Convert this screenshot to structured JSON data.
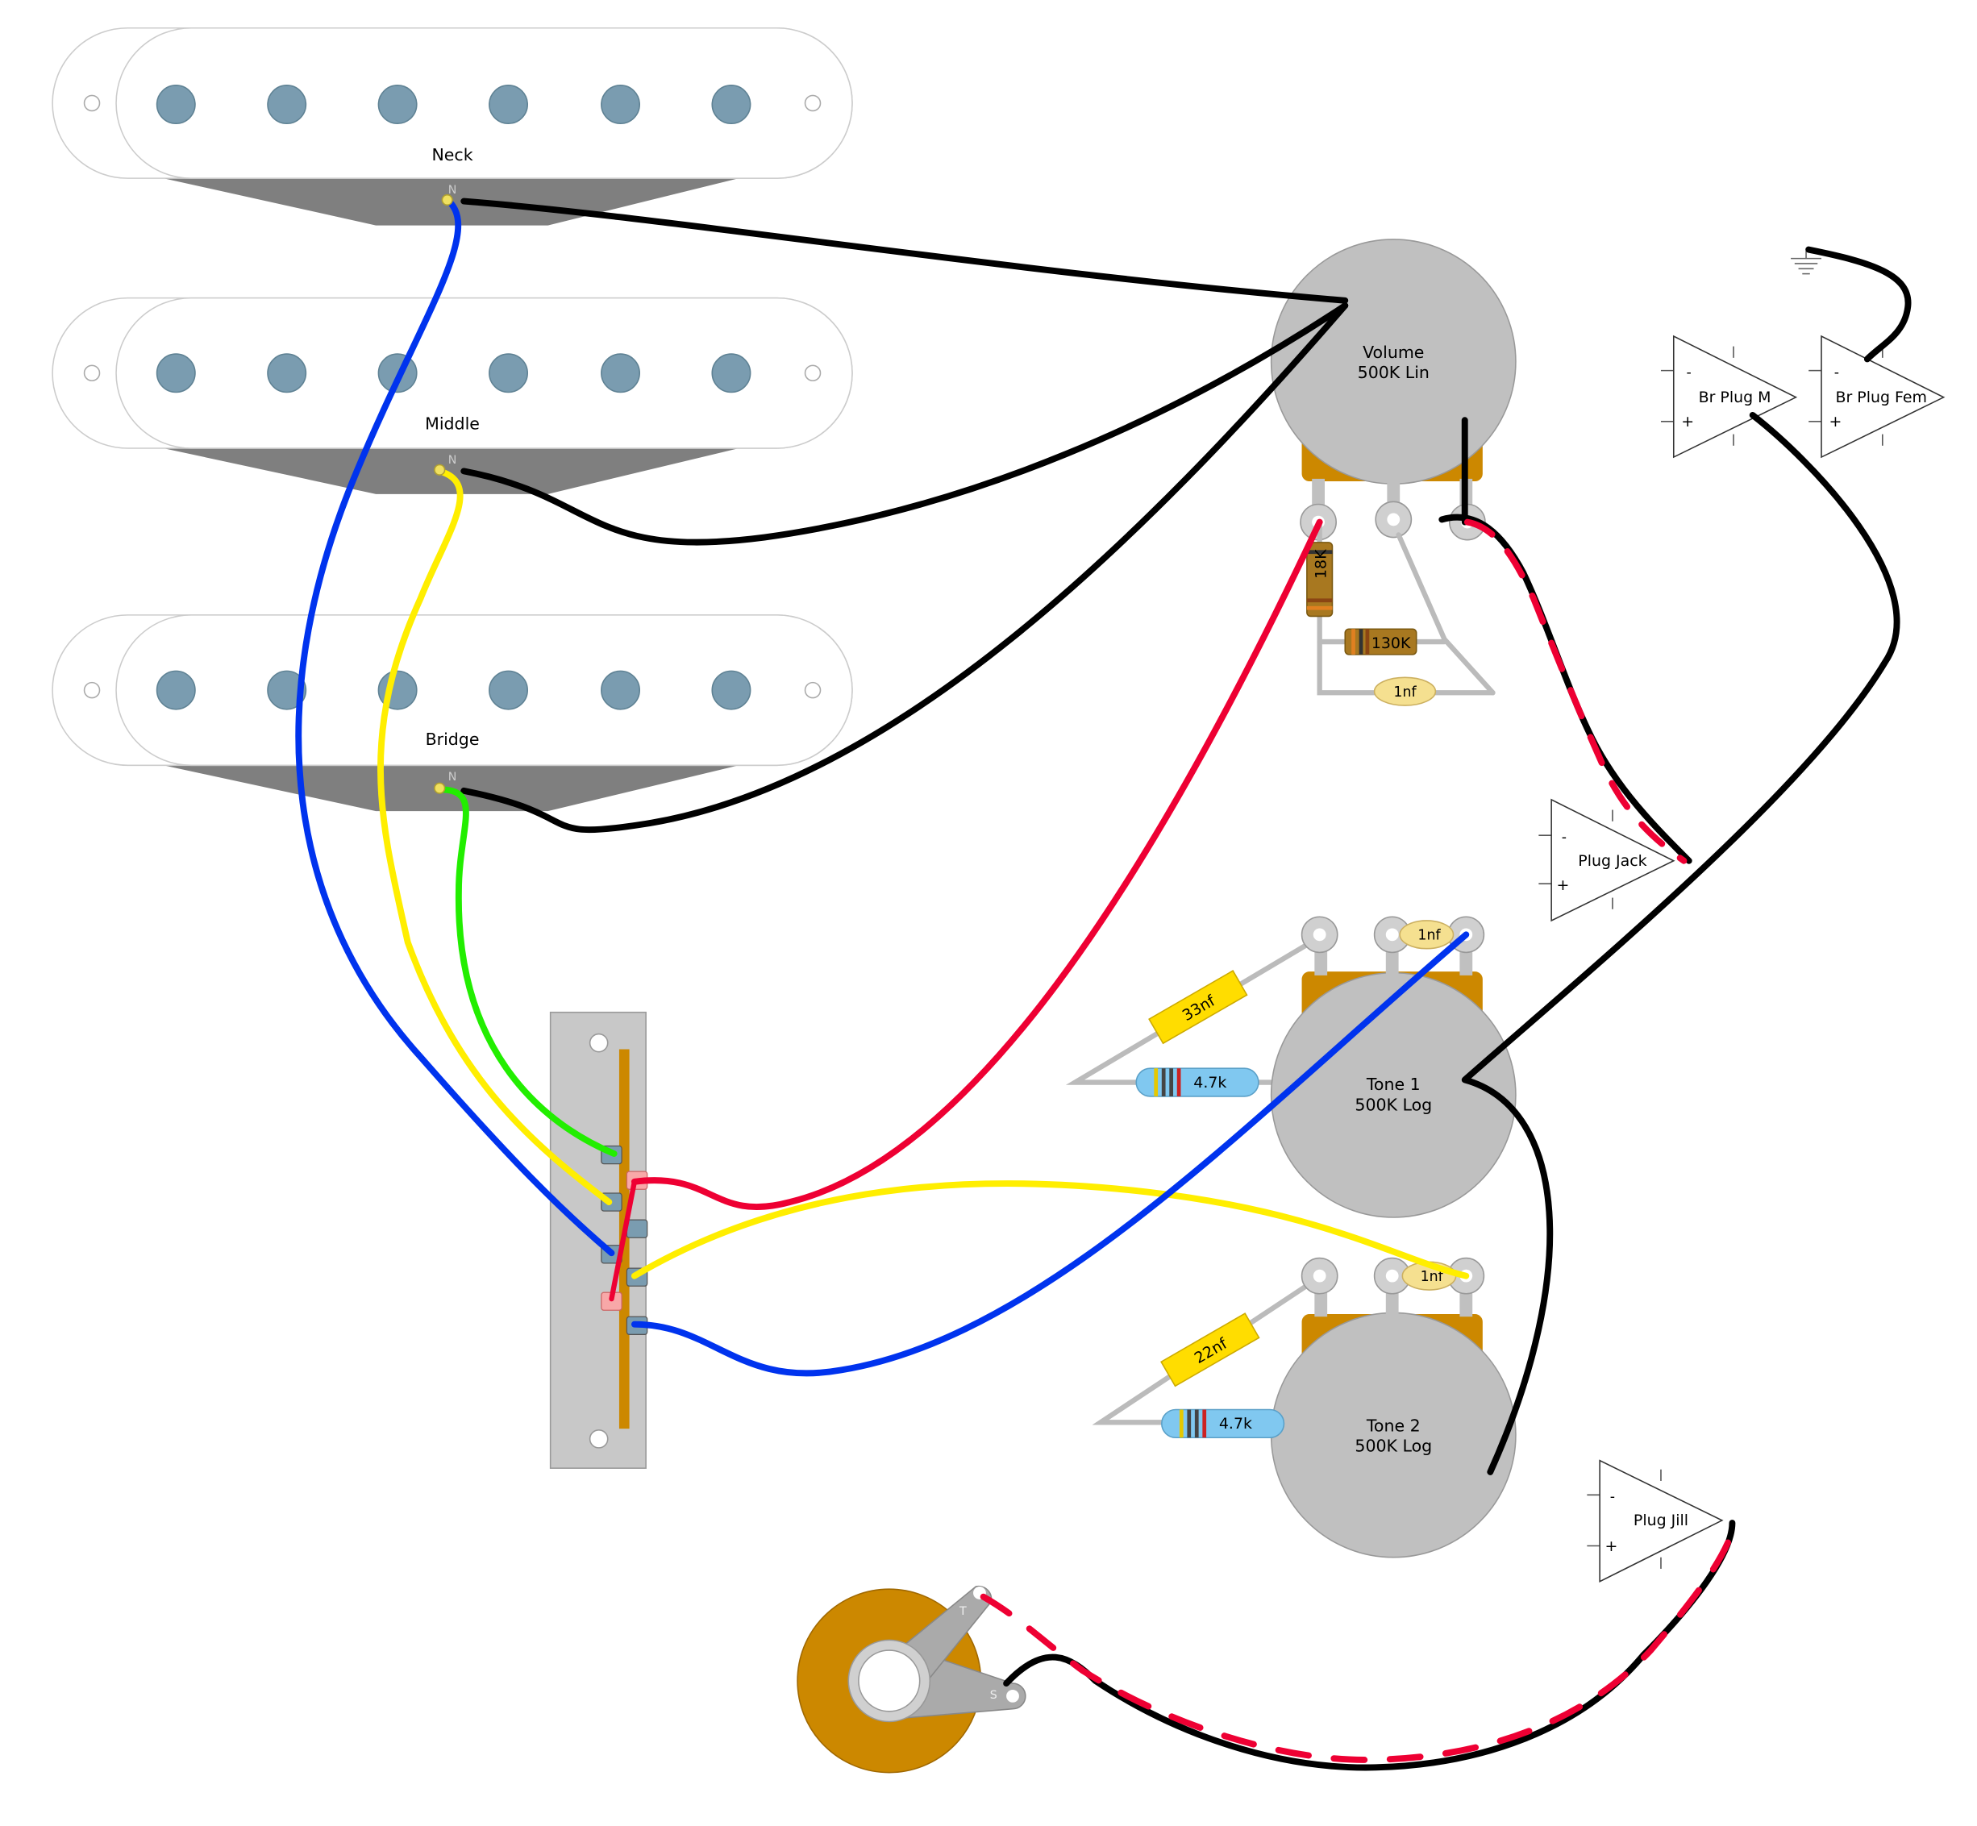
{
  "pickups": [
    {
      "id": "neck",
      "label": "Neck",
      "pole_mark": "N"
    },
    {
      "id": "middle",
      "label": "Middle",
      "pole_mark": "N"
    },
    {
      "id": "bridge",
      "label": "Bridge",
      "pole_mark": "N"
    }
  ],
  "pots": {
    "volume": {
      "line1": "Volume",
      "line2": "500K Lin"
    },
    "tone1": {
      "line1": "Tone 1",
      "line2": "500K Log"
    },
    "tone2": {
      "line1": "Tone 2",
      "line2": "500K Log"
    }
  },
  "components": {
    "res_18k": "18K",
    "res_130k": "130K",
    "cap_vol": "1nf",
    "cap_tone1": "1nf",
    "cap_tone2": "1nf",
    "cap_33nf": "33nf",
    "cap_22nf": "22nf",
    "res_tone1": "4.7k",
    "res_tone2": "4.7k"
  },
  "connectors": {
    "br_plug_m": {
      "label": "Br Plug M",
      "minus": "-",
      "plus": "+"
    },
    "br_plug_fem": {
      "label": "Br Plug Fem",
      "minus": "-",
      "plus": "+"
    },
    "plug_jack": {
      "label": "Plug Jack",
      "minus": "-",
      "plus": "+"
    },
    "plug_jill": {
      "label": "Plug Jill",
      "minus": "-",
      "plus": "+"
    }
  },
  "jack": {
    "tip": "T",
    "sleeve": "S"
  },
  "colors": {
    "black": "#000000",
    "blue": "#0033ee",
    "yellow": "#ffee00",
    "green": "#22ee00",
    "red": "#ee0033",
    "pole": "#7a9cb0",
    "pot_body": "#c0c0c0",
    "pot_brown": "#cc8800",
    "cap_yellow": "#ffdd00",
    "res_blue": "#80c8f0",
    "res_brown": "#a87820"
  }
}
